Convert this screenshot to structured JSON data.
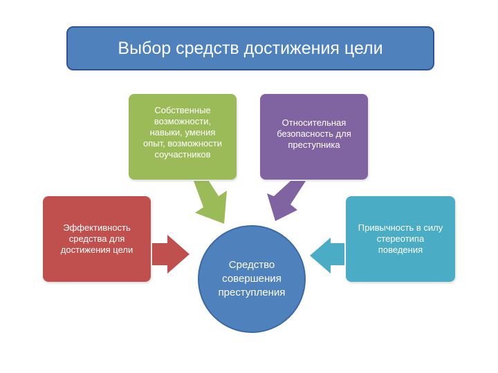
{
  "title": "Выбор средств достижения цели",
  "center": {
    "lines": [
      "Средство",
      "совершения",
      "преступления"
    ]
  },
  "nodes": {
    "green": {
      "lines": [
        "Собственные",
        "возможности,",
        "навыки, умения",
        "опыт, возможности",
        "соучастников"
      ]
    },
    "purple": {
      "lines": [
        "Относительная",
        "безопасность для",
        "преступника"
      ]
    },
    "red": {
      "lines": [
        "Эффективность",
        "средства для",
        "достижения цели"
      ]
    },
    "cyan": {
      "lines": [
        "Привычность в силу",
        "стереотипа",
        "поведения"
      ]
    }
  },
  "colors": {
    "title": "#4f81bd",
    "green": "#9bbb59",
    "purple": "#8064a2",
    "red": "#c0504d",
    "cyan": "#4bacc6",
    "center": "#4f81bd"
  }
}
